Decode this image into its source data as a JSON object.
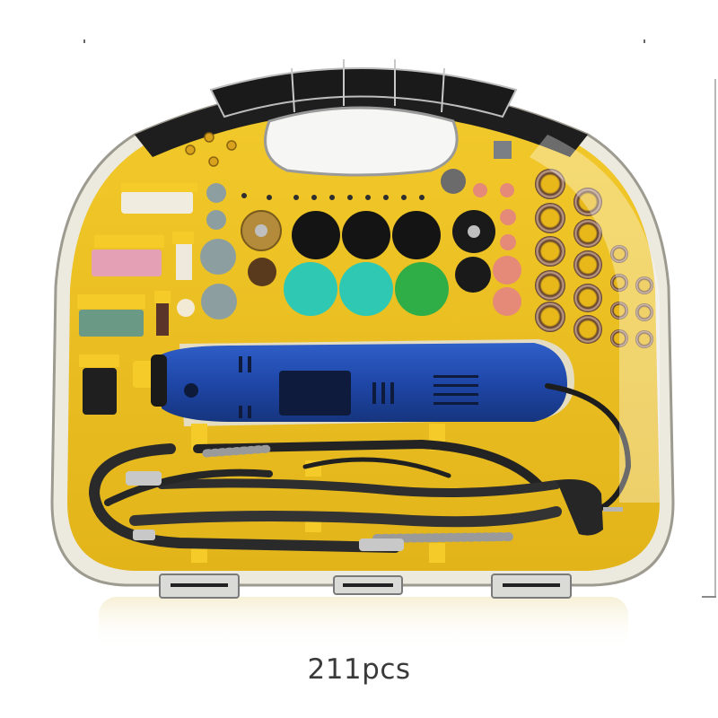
{
  "product": {
    "caption": "211pcs",
    "description": "Rotary tool kit in yellow carrying case with transparent lid",
    "colors": {
      "case_yellow": "#e9bd1c",
      "case_dark_yellow": "#c99a10",
      "lid_frame": "#d9d9d6",
      "handle_black": "#1e1e1e",
      "tool_blue": "#1f47a8",
      "cable_black": "#2a2a2a",
      "teal_disc": "#2fc9b3",
      "green_disc": "#2fae48",
      "pink_stone": "#e58a78",
      "background": "#ffffff"
    }
  },
  "components": {
    "handle": "carry-handle",
    "rotary_tool": "blue-rotary-tool",
    "flex_shaft": "flexible-shaft",
    "power_cord": "power-cord-with-plug",
    "accessories": [
      "grinding-stones-white",
      "grinding-stones-pink",
      "grinding-stones-green",
      "cutting-discs",
      "wire-brushes",
      "polishing-felt-discs",
      "sanding-drums",
      "drill-bits",
      "mandrels"
    ]
  }
}
